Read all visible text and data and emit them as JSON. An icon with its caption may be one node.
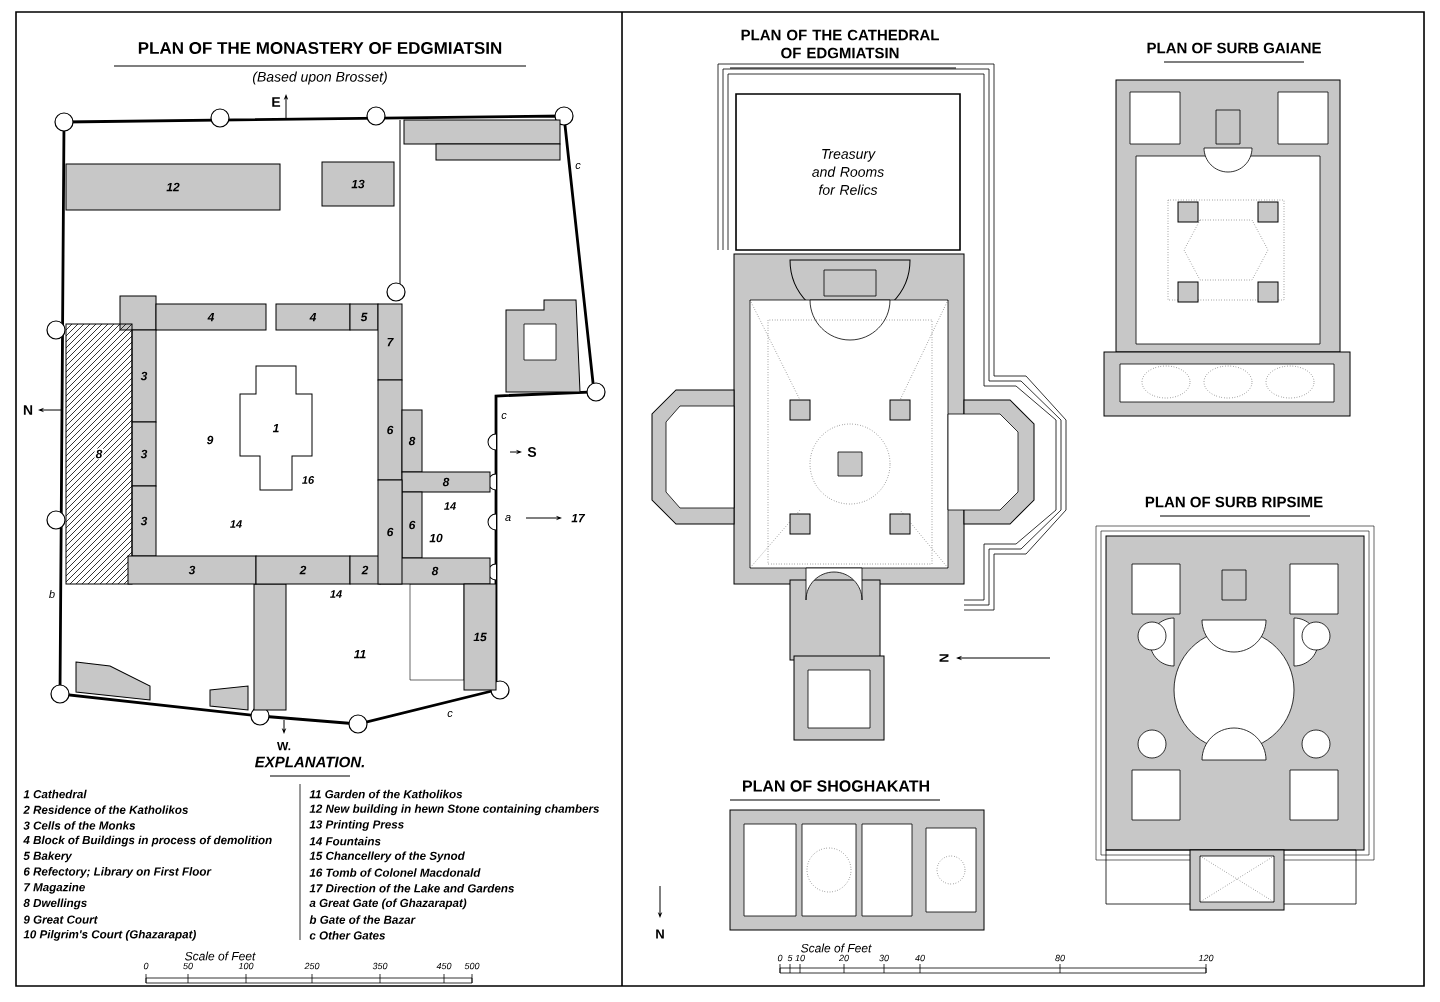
{
  "diagram": {
    "nodes": [
      {
        "text": [
          "12"
        ]
      },
      {
        "text": [
          "13"
        ]
      },
      {
        "text": [
          "4"
        ]
      },
      {
        "text": [
          "4"
        ]
      },
      {
        "text": [
          "5"
        ]
      },
      {
        "text": [
          "7"
        ]
      },
      {
        "text": [
          "6"
        ]
      },
      {
        "text": [
          "3"
        ]
      },
      {
        "text": [
          "3"
        ]
      },
      {
        "text": [
          "3"
        ]
      },
      {
        "text": [
          "8"
        ]
      },
      {
        "text": [
          "3"
        ]
      },
      {
        "text": [
          "2"
        ]
      },
      {
        "text": [
          "2"
        ]
      },
      {
        "text": [
          "8"
        ]
      },
      {
        "text": [
          "8"
        ]
      },
      {
        "text": [
          "6"
        ]
      },
      {
        "text": [
          "8"
        ]
      },
      {
        "text": [
          "15"
        ]
      },
      {
        "text": [
          "1"
        ]
      },
      {
        "text": [
          "Treasury and Rooms for Relics"
        ]
      },
      {
        "text": [
          "6"
        ]
      }
    ],
    "labels": [
      "PLAN OF THE MONASTERY OF EDGMIATSIN",
      "(Based upon Brosset)",
      "E",
      "c",
      "9",
      "16",
      "N",
      "S",
      "c",
      "14",
      "a",
      "17",
      "10",
      "14",
      "b",
      "14",
      "11",
      "c",
      "W.",
      "EXPLANATION.",
      "1 Cathedral",
      "2 Residence of the Katholikos",
      "3 Cells of the Monks",
      "4 Block of Buildings in process of demolition",
      "5 Bakery",
      "6 Refectory; Library on First Floor",
      "7 Magazine",
      "8 Dwellings",
      "9 Great Court",
      "10 Pilgrim's Court (Ghazarapat)",
      "11 Garden of the Katholikos",
      "12 New building in hewn Stone containing chambers",
      "13 Printing Press",
      "14 Fountains",
      "15 Chancellery of the Synod",
      "16 Tomb of Colonel Macdonald",
      "17 Direction of the Lake and Gardens",
      "a Great Gate (of Ghazarapat)",
      "b Gate of the Bazar",
      "c Other Gates",
      "Scale of Feet",
      "0",
      "50",
      "100",
      "250",
      "350",
      "450",
      "500",
      "PLAN OF THE CATHEDRAL OF EDGMIATSIN",
      "PLAN OF SURB GAIANE",
      "PLAN OF SURB RIPSIME",
      "N",
      "N",
      "PLAN OF SHOGHAKATH",
      "Scale of Feet",
      "0",
      "5",
      "10",
      "20",
      "30",
      "40",
      "80",
      "120"
    ]
  }
}
